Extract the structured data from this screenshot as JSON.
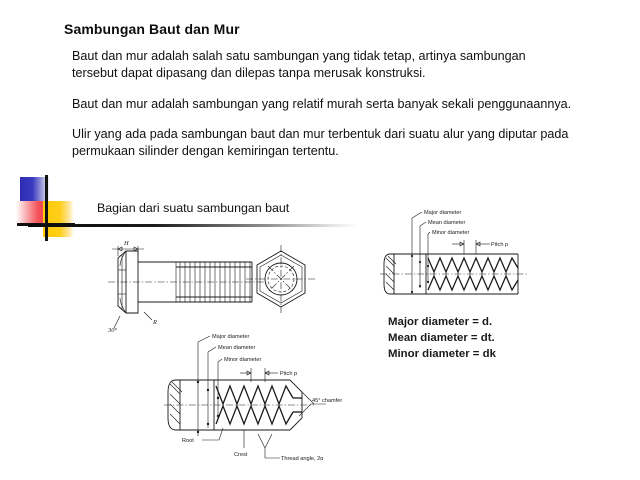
{
  "slide": {
    "heading": "Sambungan Baut dan Mur",
    "paragraphs": [
      "Baut dan mur adalah salah satu sambungan yang tidak tetap, artinya sambungan tersebut dapat dipasang dan dilepas tanpa merusak konstruksi.",
      "Baut dan mur adalah sambungan yang relatif murah serta banyak sekali penggunaannya.",
      "Ulir yang ada pada sambungan baut dan mur terbentuk dari suatu alur yang diputar pada permukaan silinder dengan kemiringan tertentu."
    ],
    "caption": "Bagian dari suatu sambungan baut"
  },
  "decoration": {
    "blue": "#2d2db4",
    "red": "#f4434a",
    "yellow": "#ffcb05",
    "cross": "#111111"
  },
  "figures": {
    "bolt_side": {
      "labels": {
        "head_height": "H",
        "radius": "R",
        "angle": "30°"
      }
    },
    "nut_end": {
      "labels": {}
    },
    "thread_top": {
      "labels": {
        "major": "Major diameter",
        "mean": "Mean diameter",
        "minor": "Minor diameter",
        "pitch": "Pitch p"
      }
    },
    "thread_main": {
      "labels": {
        "major": "Major diameter",
        "mean": "Mean diameter",
        "minor": "Minor diameter",
        "pitch": "Pitch p",
        "chamfer": "45° chamfer",
        "root": "Root",
        "crest": "Crest",
        "thread_angle": "Thread angle, 2α"
      }
    }
  },
  "diameter_legend": {
    "lines": [
      "Major diameter = d.",
      "Mean diameter = dt.",
      "Minor diameter = dk"
    ]
  }
}
